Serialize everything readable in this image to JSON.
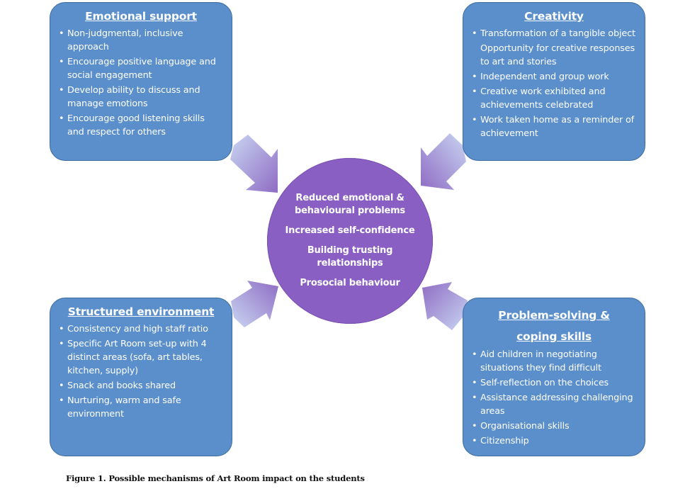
{
  "colors": {
    "box_fill": "#5a8fcb",
    "box_border": "#3e6c9e",
    "circle_fill": "#8a5fc3",
    "arrow_start": "#c9d6f2",
    "arrow_end": "#8f6cc4",
    "text": "#ffffff"
  },
  "boxes": {
    "emotional_support": {
      "title": "Emotional support",
      "items": [
        {
          "text": "Non-judgmental, inclusive approach",
          "bullet": true
        },
        {
          "text": "Encourage positive language  and social engagement",
          "bullet": true
        },
        {
          "text": "Develop ability to discuss and manage emotions",
          "bullet": true
        },
        {
          "text": "Encourage good listening skills and respect for others",
          "bullet": true
        }
      ]
    },
    "creativity": {
      "title": "Creativity",
      "items": [
        {
          "text": "Transformation of a tangible object",
          "bullet": true
        },
        {
          "text": "Opportunity for creative responses to art and stories",
          "bullet": false
        },
        {
          "text": "Independent and group work",
          "bullet": true
        },
        {
          "text": "Creative work exhibited and achievements celebrated",
          "bullet": true
        },
        {
          "text": "Work taken home as a reminder of achievement",
          "bullet": true
        }
      ]
    },
    "structured_environment": {
      "title": "Structured environment",
      "items": [
        {
          "text": "Consistency and high staff ratio",
          "bullet": true
        },
        {
          "text": "Specific Art Room set-up with 4 distinct areas (sofa, art tables, kitchen, supply)",
          "bullet": true
        },
        {
          "text": "Snack and books shared",
          "bullet": true
        },
        {
          "text": "Nurturing, warm and safe environment",
          "bullet": true
        }
      ]
    },
    "problem_solving": {
      "title_line1": "Problem-solving &",
      "title_line2": "coping skills",
      "items": [
        {
          "text": "Aid children in negotiating situations they find difficult",
          "bullet": true
        },
        {
          "text": "Self-reflection on the choices",
          "bullet": true
        },
        {
          "text": "Assistance addressing challenging areas",
          "bullet": true
        },
        {
          "text": "Organisational skills",
          "bullet": true
        },
        {
          "text": "Citizenship",
          "bullet": true
        }
      ]
    }
  },
  "center": {
    "outcomes": [
      "Reduced emotional & behavioural problems",
      "Increased self-confidence",
      "Building trusting relationships",
      "Prosocial behaviour"
    ]
  },
  "caption": "Figure 1. Possible mechanisms of Art Room impact on the students"
}
